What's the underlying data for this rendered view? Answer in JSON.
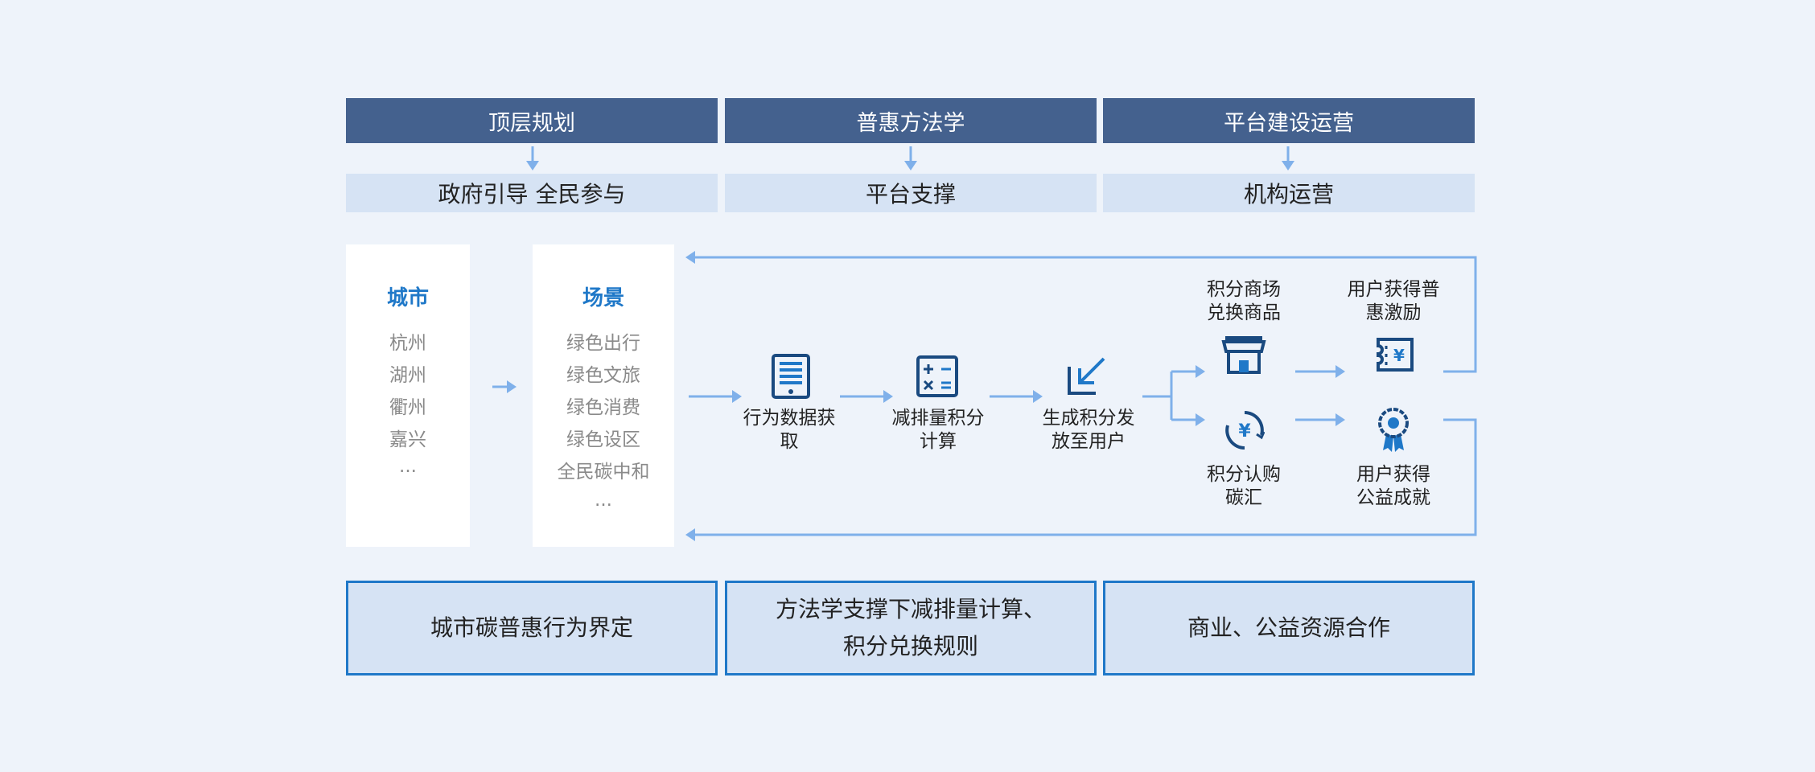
{
  "headers": [
    "顶层规划",
    "普惠方法学",
    "平台建设运营"
  ],
  "subheaders": [
    "政府引导 全民参与",
    "平台支撑",
    "机构运营"
  ],
  "city_card": {
    "title": "城市",
    "items": [
      "杭州",
      "湖州",
      "衢州",
      "嘉兴",
      "..."
    ]
  },
  "scene_card": {
    "title": "场景",
    "items": [
      "绿色出行",
      "绿色文旅",
      "绿色消费",
      "绿色设区",
      "全民碳中和",
      "..."
    ]
  },
  "steps": {
    "data_collect": {
      "line1": "行为数据获",
      "line2": "取"
    },
    "calc": {
      "line1": "减排量积分",
      "line2": "计算"
    },
    "issue": {
      "line1": "生成积分发",
      "line2": "放至用户"
    },
    "mall": {
      "line1": "积分商场",
      "line2": "兑换商品"
    },
    "reward": {
      "line1": "用户获得普",
      "line2": "惠激励"
    },
    "purchase": {
      "line1": "积分认购",
      "line2": "碳汇"
    },
    "achievement": {
      "line1": "用户获得",
      "line2": "公益成就"
    }
  },
  "bottom": {
    "box1": "城市碳普惠行为界定",
    "box2_line1": "方法学支撑下减排量计算、",
    "box2_line2": "积分兑换规则",
    "box3": "商业、公益资源合作"
  },
  "colors": {
    "header_bg": "#44618e",
    "sub_bg": "#d6e3f4",
    "accent": "#1f78c8",
    "arrow": "#7fb0ea",
    "icon": "#1a4a80"
  }
}
